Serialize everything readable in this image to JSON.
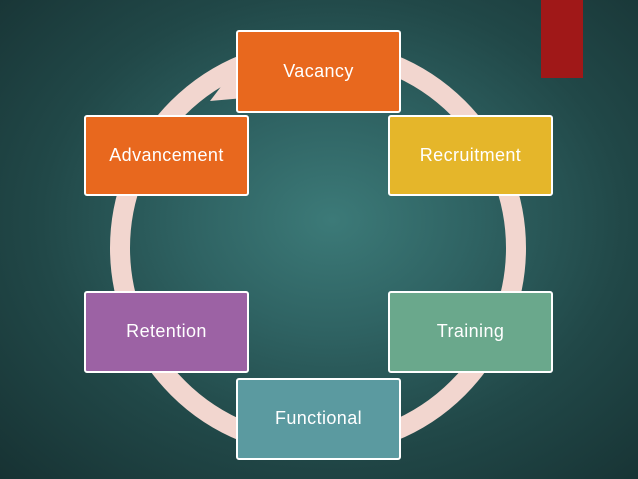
{
  "diagram": {
    "nodes": [
      {
        "label": "Vacancy",
        "color": "#e8681e"
      },
      {
        "label": "Recruitment",
        "color": "#e5b62a"
      },
      {
        "label": "Training",
        "color": "#6aa88c"
      },
      {
        "label": "Functional",
        "color": "#5b9aa0"
      },
      {
        "label": "Retention",
        "color": "#9c62a4"
      },
      {
        "label": "Advancement",
        "color": "#e8681e"
      }
    ],
    "ring_color": "#f2d6cf",
    "accent_color": "#a01818"
  }
}
